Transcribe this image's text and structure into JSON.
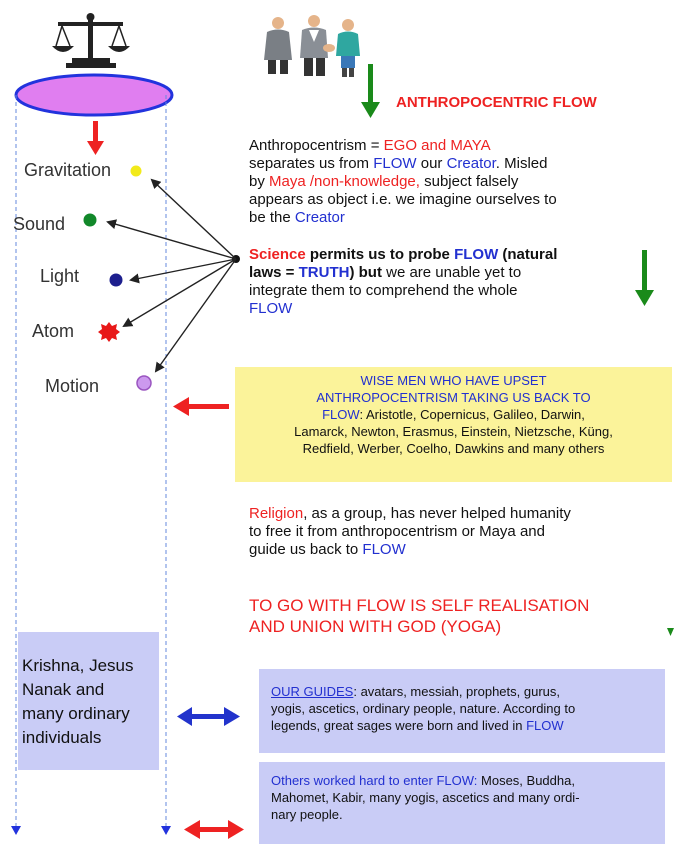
{
  "title": "ANTHROPOCENTRIC FLOW",
  "planets": [
    {
      "label": "Gravitation",
      "color": "#f2ea1a"
    },
    {
      "label": "Sound",
      "color": "#12882a"
    },
    {
      "label": "Light",
      "color": "#1d1f8e"
    },
    {
      "label": "Atom",
      "color": "#e81818"
    },
    {
      "label": "Motion",
      "color": "#cc99ee"
    }
  ],
  "para1": {
    "t1": "Anthropocentrism = ",
    "t2": "EGO and MAYA",
    "t3": "separates us from ",
    "t4": "FLOW",
    "t5": " our ",
    "t6": "Creator",
    "t7": ". Misled",
    "t8": "by ",
    "t9": "Maya /non-knowledge,",
    "t10": " subject falsely",
    "t11": "appears as object i.e. we imagine ourselves to",
    "t12": "be the ",
    "t13": "Creator"
  },
  "para2": {
    "t1": "Science",
    "t2": " permits us to probe ",
    "t3": "FLOW",
    "t4": " (natural",
    "t5": "laws = ",
    "t6": "TRUTH",
    "t7": ") but",
    "t8": " we are unable yet to",
    "t9": "integrate them to comprehend the whole",
    "t10": "FLOW"
  },
  "wise_box": {
    "l1": "WISE MEN WHO HAVE UPSET",
    "l2": "ANTHROPOCENTRISM TAKING US BACK TO",
    "l3a": "FLOW",
    "l3b": ": Aristotle, Copernicus, Galileo, Darwin,",
    "l4": "Lamarck, Newton, Erasmus, Einstein, Nietzsche, Küng,",
    "l5": "Redfield, Werber, Coelho, Dawkins and many others"
  },
  "religion": {
    "t1": "Religion",
    "t2": ", as a group, has never helped humanity",
    "t3": "to free it from anthropocentrism or Maya and",
    "t4": "guide us back to ",
    "t5": "FLOW"
  },
  "yoga": {
    "l1": "TO GO WITH FLOW IS SELF REALISATION",
    "l2": "AND UNION WITH GOD (YOGA)"
  },
  "krishna": [
    "Krishna, Jesus",
    "Nanak and",
    "many ordinary",
    "individuals"
  ],
  "guides": {
    "t1": "OUR GUIDES",
    "t2": ": avatars, messiah, prophets, gurus,",
    "t3": "yogis, ascetics, ordinary people, nature. According to",
    "t4": "legends, great sages were born and lived in ",
    "t5": "FLOW"
  },
  "others": {
    "t1": "Others worked hard to enter FLOW:",
    "t2": " Moses, Buddha,",
    "t3": "Mahomet, Kabir, many yogis, ascetics and many ordi-",
    "t4": "nary people."
  },
  "colors": {
    "red": "#ee2222",
    "blue": "#2230d0",
    "green": "#1a8a1a",
    "yellow_box": "#fbf39a",
    "lavender_box": "#c9ccf6",
    "ellipse": "#e07ef0"
  },
  "icons": [
    "scales-icon",
    "business-people-icon"
  ]
}
